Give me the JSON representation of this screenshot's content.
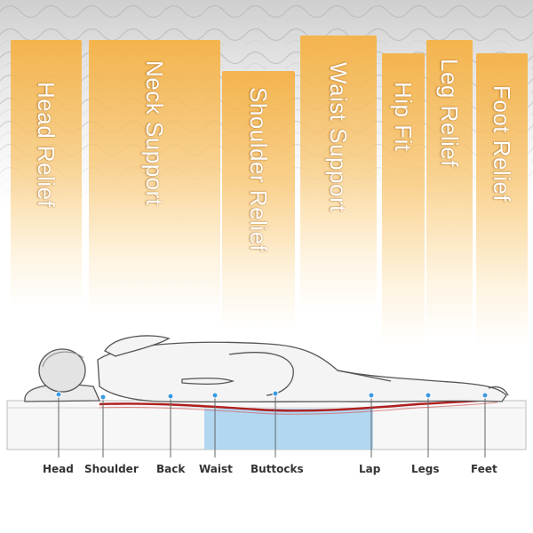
{
  "zones": [
    {
      "id": "head-relief",
      "label": "Head Relief"
    },
    {
      "id": "neck-support",
      "label": "Neck Support"
    },
    {
      "id": "shoulder-relief",
      "label": "Shoulder Relief"
    },
    {
      "id": "waist-support",
      "label": "Waist Support"
    },
    {
      "id": "hip-fit",
      "label": "Hip Fit"
    },
    {
      "id": "leg-relief",
      "label": "Leg Relief"
    },
    {
      "id": "foot-relief",
      "label": "Foot Relief"
    }
  ],
  "body_parts": [
    {
      "id": "head",
      "label": "Head"
    },
    {
      "id": "shoulder",
      "label": "Shoulder"
    },
    {
      "id": "back",
      "label": "Back"
    },
    {
      "id": "waist",
      "label": "Waist"
    },
    {
      "id": "buttocks",
      "label": "Buttocks"
    },
    {
      "id": "lap",
      "label": "Lap"
    },
    {
      "id": "legs",
      "label": "Legs"
    },
    {
      "id": "feet",
      "label": "Feet"
    }
  ],
  "colors": {
    "zone_orange": "#f5b246",
    "pressure_line": "#b01e1e",
    "support_block": "#a9d3f0",
    "marker_dot": "#3a9be0",
    "label_text": "#333333"
  }
}
